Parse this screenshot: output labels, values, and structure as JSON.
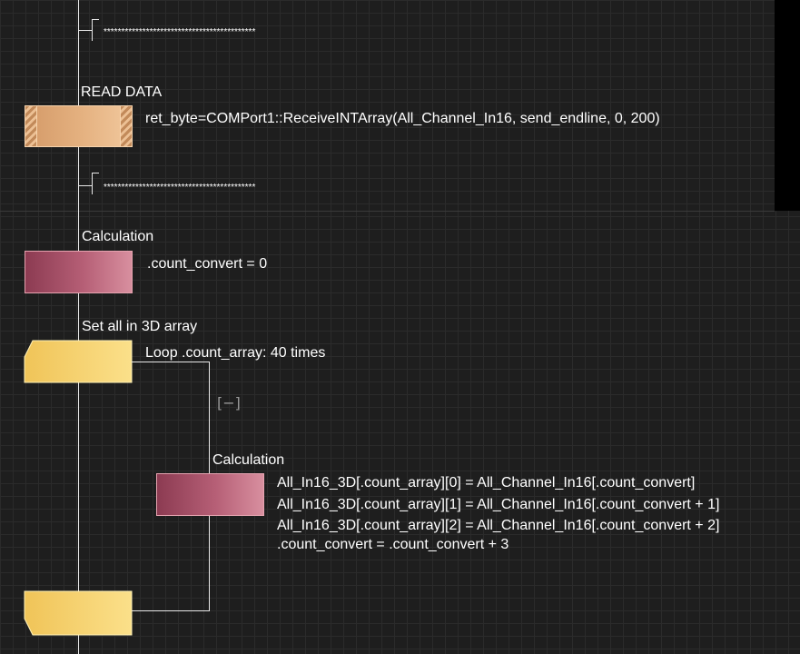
{
  "comments": [
    {
      "text": "*******************************************"
    },
    {
      "text": "*******************************************"
    }
  ],
  "read_data": {
    "title": "READ DATA",
    "code": "ret_byte=COMPort1::ReceiveINTArray(All_Channel_In16, send_endline, 0, 200)"
  },
  "calc1": {
    "title": "Calculation",
    "code": ".count_convert = 0"
  },
  "loop": {
    "title": "Set all in 3D array",
    "label": "Loop .count_array: 40 times",
    "collapse_glyph": "[−]"
  },
  "calc2": {
    "title": "Calculation",
    "lines": [
      "All_In16_3D[.count_array][0] = All_Channel_In16[.count_convert]",
      "All_In16_3D[.count_array][1] = All_Channel_In16[.count_convert + 1]",
      "All_In16_3D[.count_array][2] = All_Channel_In16[.count_convert + 2]",
      ".count_convert = .count_convert + 3"
    ]
  },
  "colors": {
    "background": "#1e1e1e",
    "grid": "#2b2b2b",
    "connector": "#e8e8e8",
    "calculation_block": "#b65f76",
    "io_block": "#e5b281",
    "loop_block": "#f7d26e"
  }
}
